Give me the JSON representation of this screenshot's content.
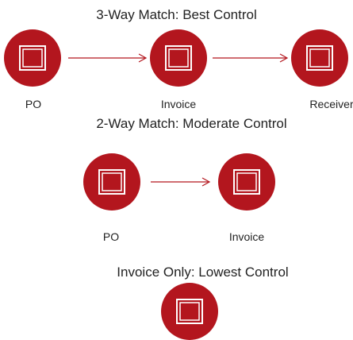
{
  "colors": {
    "node_fill": "#b3161e",
    "arrow": "#b3161e",
    "text": "#222222"
  },
  "sections": [
    {
      "title": "3-Way Match: Best Control",
      "nodes": [
        {
          "label": "PO",
          "icon": "document-icon"
        },
        {
          "label": "Invoice",
          "icon": "document-icon"
        },
        {
          "label": "Receiver",
          "icon": "document-icon"
        }
      ]
    },
    {
      "title": "2-Way Match: Moderate Control",
      "nodes": [
        {
          "label": "PO",
          "icon": "document-icon"
        },
        {
          "label": "Invoice",
          "icon": "document-icon"
        }
      ]
    },
    {
      "title": "Invoice Only: Lowest Control",
      "nodes": [
        {
          "icon": "document-icon"
        }
      ]
    }
  ]
}
